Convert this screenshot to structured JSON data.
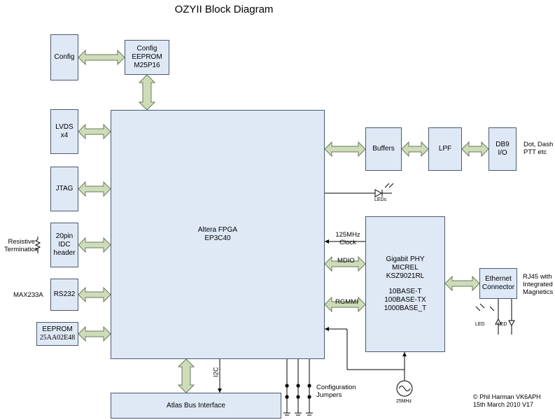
{
  "title": "OZYII Block Diagram",
  "blocks": {
    "config": "Config",
    "config_eeprom": [
      "Config",
      "EEPROM",
      "M25P16"
    ],
    "lvds": [
      "LVDS",
      "x4"
    ],
    "jtag": "JTAG",
    "idc_header": [
      "20pin",
      "IDC",
      "header"
    ],
    "rs232": "RS232",
    "eeprom": [
      "EEPROM",
      "25AA02E48"
    ],
    "fpga": [
      "Altera  FPGA",
      "EP3C40"
    ],
    "buffers": "Buffers",
    "lpf": "LPF",
    "db9": [
      "DB9",
      "I/O"
    ],
    "phy": [
      "Gigabit PHY",
      "MICREL",
      "KSZ9021RL",
      "",
      "10BASE-T",
      "100BASE-TX",
      "1000BASE_T"
    ],
    "ethernet": [
      "Ethernet",
      "Connector"
    ],
    "atlas": "Atlas Bus Interface"
  },
  "labels": {
    "resistive_termination": [
      "Resistive",
      "Termination"
    ],
    "max233a": "MAX233A",
    "dot_dash": [
      "Dot, Dash",
      "PTT etc"
    ],
    "leds": "LEDs",
    "clock": [
      "125MHz",
      "Clock"
    ],
    "mdio": "MDIO",
    "rgmmi": "RGMMI",
    "rj45": [
      "RJ45 with",
      "Integrated",
      "Magnetics"
    ],
    "led": "LED",
    "i2c": "I2C",
    "config_jumpers": [
      "Configuration",
      "Jumpers"
    ],
    "osc_freq": "25MHz",
    "credit": [
      "© Phil Harman VK6APH",
      "15th  March 2010 V17"
    ]
  },
  "colors": {
    "block_fill": "#dfe8f5",
    "block_stroke": "#4a5a70",
    "arrow_fill": "#cfdcba",
    "arrow_stroke": "#6a7a58",
    "line": "#000000"
  }
}
